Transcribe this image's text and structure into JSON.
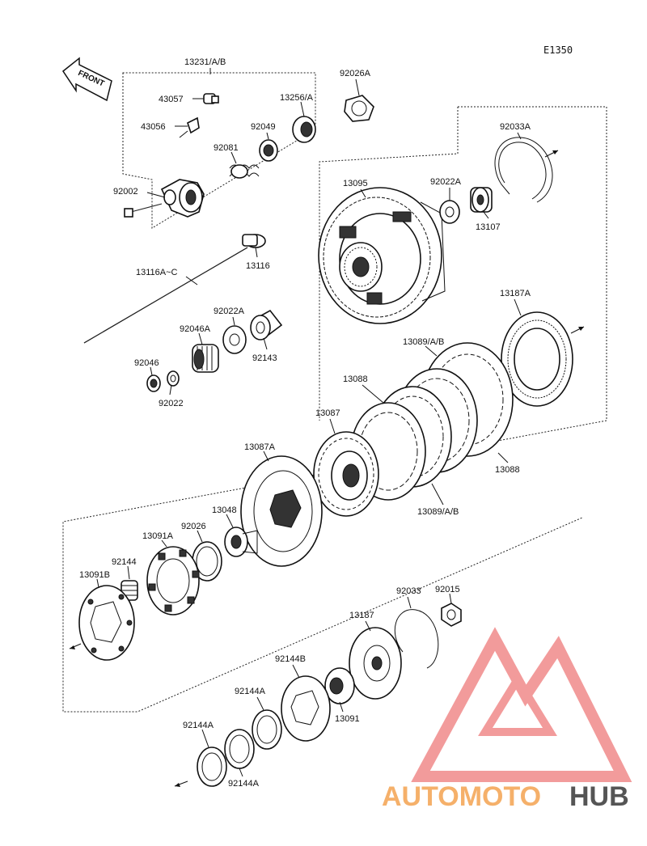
{
  "diagram": {
    "code": "E1350",
    "front_label": "FRONT",
    "labels": {
      "p13231": "13231/A/B",
      "p92026A": "92026A",
      "p43057": "43057",
      "p13256A": "13256/A",
      "p43056": "43056",
      "p92049": "92049",
      "p92081": "92081",
      "p92002": "92002",
      "p92033A": "92033A",
      "p13095": "13095",
      "p92022A_top": "92022A",
      "p13107": "13107",
      "p13116": "13116",
      "p13116AC": "13116A~C",
      "p92022A_mid": "92022A",
      "p92046A": "92046A",
      "p92143": "92143",
      "p92046": "92046",
      "p92022": "92022",
      "p13187A": "13187A",
      "p13089_top": "13089/A/B",
      "p13088_top": "13088",
      "p13087": "13087",
      "p13088_bot": "13088",
      "p13087A": "13087A",
      "p13089_bot": "13089/A/B",
      "p13048": "13048",
      "p92026": "92026",
      "p13091A": "13091A",
      "p92144": "92144",
      "p13091B": "13091B",
      "p92033": "92033",
      "p92015": "92015",
      "p13187": "13187",
      "p92144B": "92144B",
      "p92144A_1": "92144A",
      "p13091": "13091",
      "p92144A_2": "92144A",
      "p92144A_3": "92144A"
    }
  },
  "watermark": {
    "part1": "AUTOMOTO",
    "part2": "HUB",
    "color_primary": "#f08a8a",
    "color_secondary": "#f5b06a",
    "color_dark": "#555555"
  }
}
